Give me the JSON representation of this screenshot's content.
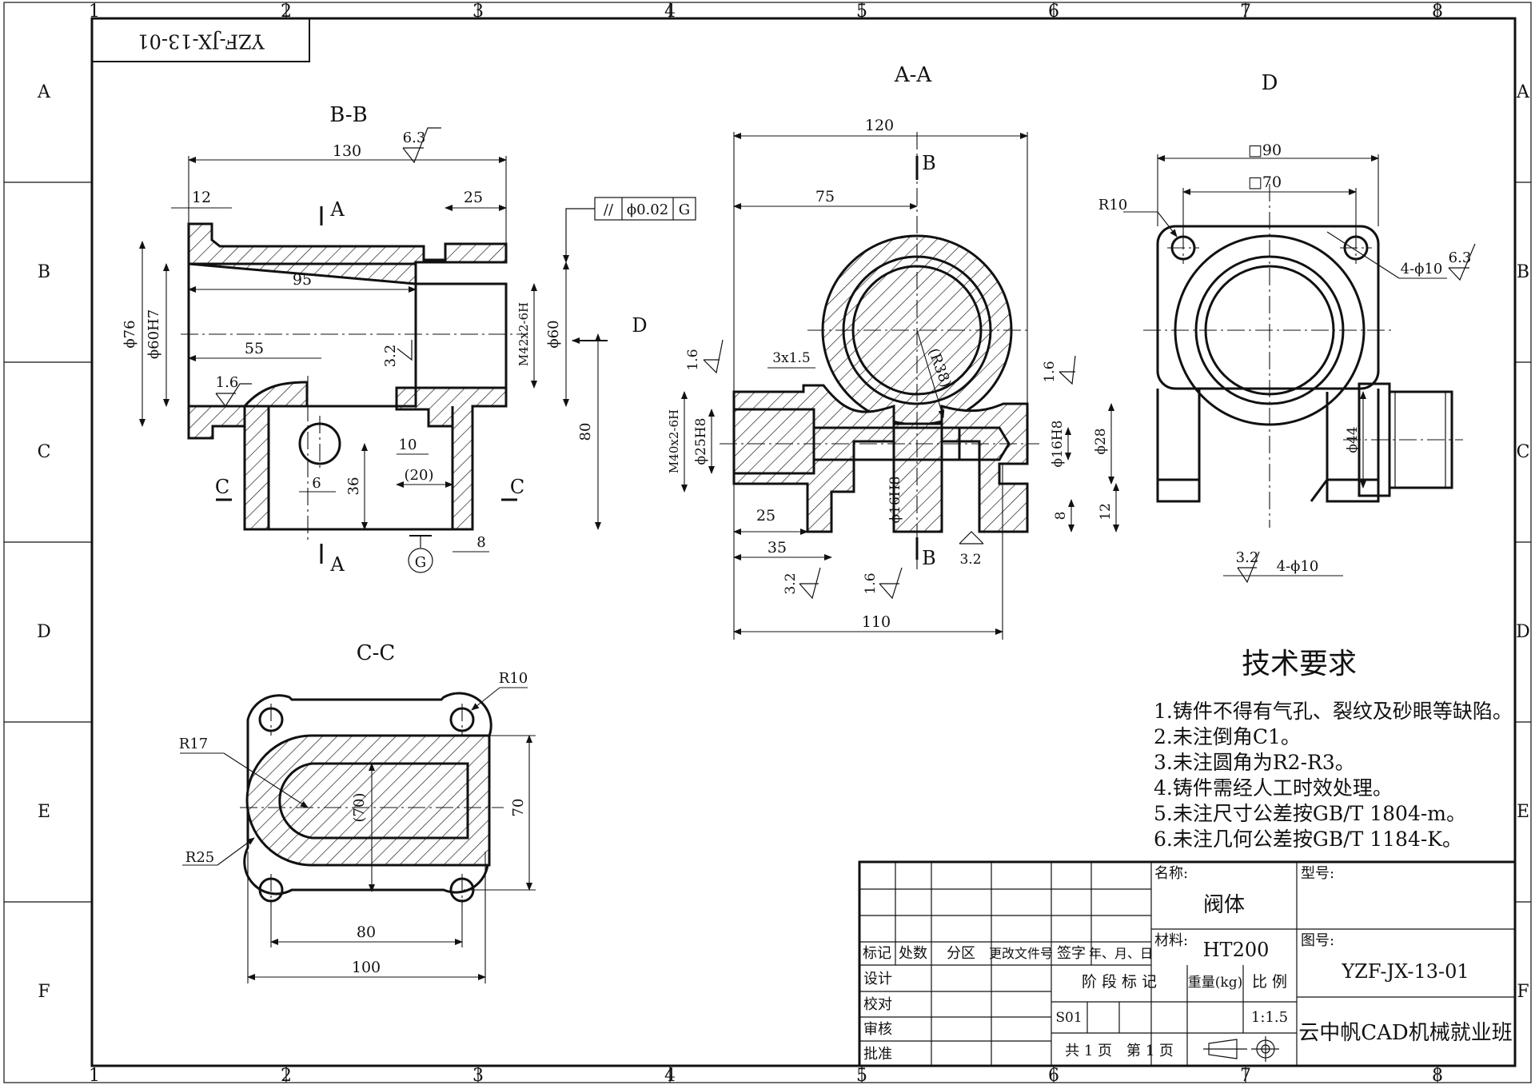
{
  "colors": {
    "ink": "#111111",
    "paper": "#ffffff"
  },
  "frame": {
    "cols": [
      "1",
      "2",
      "3",
      "4",
      "5",
      "6",
      "7",
      "8"
    ],
    "rows": [
      "A",
      "B",
      "C",
      "D",
      "E",
      "F"
    ]
  },
  "drawing_no_box": "YZF-JX-13-01",
  "views": {
    "bb": {
      "title": "B-B"
    },
    "aa": {
      "title": "A-A"
    },
    "d": {
      "title": "D"
    },
    "cc": {
      "title": "C-C"
    }
  },
  "bb_dims": {
    "d130": "130",
    "d12": "12",
    "d25": "25",
    "d95": "95",
    "d55": "55",
    "d76": "ϕ76",
    "d60h7": "ϕ60H7",
    "m42": "M42x2-6H",
    "d60": "ϕ60",
    "d80": "80",
    "d10": "10",
    "d20": "(20)",
    "d6": "6",
    "d36": "36",
    "d8": "8",
    "r63": "6.3",
    "r32": "3.2",
    "r16": "1.6",
    "cut_a": "A",
    "cut_a2": "A",
    "cut_c": "C",
    "cut_c2": "C",
    "arrow_d": "D",
    "datum": "G",
    "tol_sym": "//",
    "tol_val": "ϕ0.02",
    "tol_ref": "G"
  },
  "aa_dims": {
    "d120": "120",
    "d75": "75",
    "d3x15": "3x1.5",
    "r38": "(R38)",
    "m40": "M40x2-6H",
    "d25h8": "ϕ25H8",
    "d16h8": "ϕ16H8",
    "d16h8b": "ϕ16H8",
    "d28": "ϕ28",
    "d8": "8",
    "d12": "12",
    "d25": "25",
    "d35": "35",
    "d110": "110",
    "r16a": "1.6",
    "r16b": "1.6",
    "r16c": "1.6",
    "r32a": "3.2",
    "r32b": "3.2",
    "cut_b": "B",
    "cut_b2": "B"
  },
  "d_dims": {
    "sq90": "□90",
    "sq70": "□70",
    "r10": "R10",
    "holes": "4-ϕ10",
    "r63": "6.3",
    "d44": "ϕ44",
    "holes2": "4-ϕ10",
    "r32": "3.2"
  },
  "cc_dims": {
    "r10": "R10",
    "r17": "R17",
    "r25": "R25",
    "d70": "(70)",
    "d70b": "70",
    "d80": "80",
    "d100": "100"
  },
  "tech": {
    "title": "技术要求",
    "items": [
      "1.铸件不得有气孔、裂纹及砂眼等缺陷。",
      "2.未注倒角C1。",
      "3.未注圆角为R2-R3。",
      "4.铸件需经人工时效处理。",
      "5.未注尺寸公差按GB/T 1804-m。",
      "6.未注几何公差按GB/T 1184-K。"
    ]
  },
  "title_block": {
    "rev_headers": [
      "标记",
      "处数",
      "分区",
      "更改文件号",
      "签字",
      "年、月、日"
    ],
    "roles": [
      "设计",
      "校对",
      "审核",
      "批准"
    ],
    "name_label": "名称:",
    "name_value": "阀体",
    "model_label": "型号:",
    "material_label": "材料:",
    "material_value": "HT200",
    "drawing_label": "图号:",
    "drawing_value": "YZF-JX-13-01",
    "stage_label": "阶 段 标 记",
    "weight_label": "重量(kg)",
    "scale_label": "比 例",
    "stage_code": "S01",
    "scale_value": "1:1.5",
    "sheets": "共 1 页　第 1 页",
    "company": "云中帆CAD机械就业班"
  }
}
